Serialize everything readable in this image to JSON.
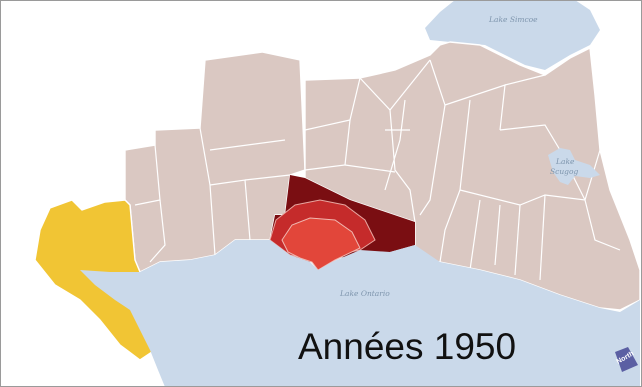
{
  "title": "Années 1950",
  "lakes": {
    "simcoe": "Lake Simcoe",
    "scugog_line1": "Lake",
    "scugog_line2": "Scugog",
    "ontario": "Lake Ontario"
  },
  "north_arrow_label": "North",
  "legend_colors": {
    "yellow_region": "#f1c534",
    "rural_regions": "#dac8c2",
    "urban_core_dark": "#7a0e12",
    "urban_mid_red": "#c52b2b",
    "urban_bright_red": "#e2463a",
    "water": "#cad9ea",
    "north_arrow": "#5b5fa3"
  }
}
